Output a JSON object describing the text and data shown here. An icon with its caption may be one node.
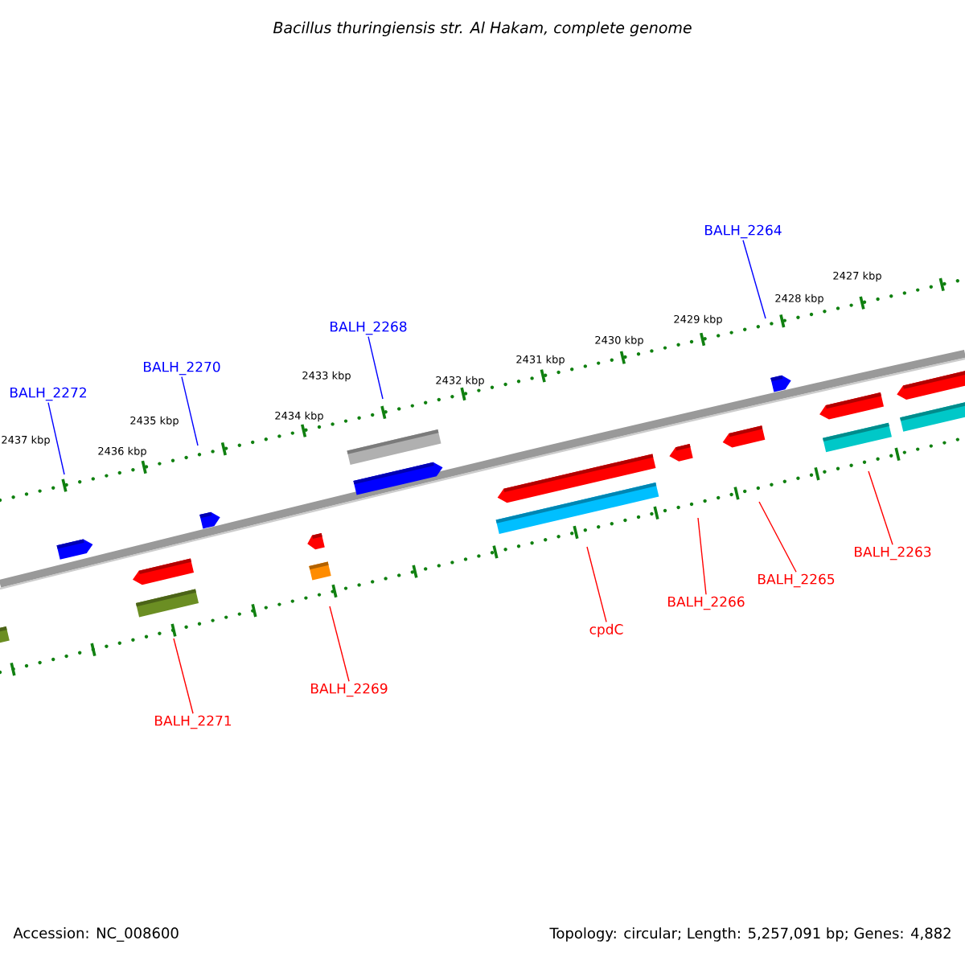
{
  "diagram": {
    "title": "Bacillus thuringiensis str. Al Hakam, complete genome",
    "nodes": [
      {
        "text": [
          "BALH_2272"
        ]
      },
      {
        "text": [
          "BALH_2270"
        ]
      },
      {
        "text": [
          "BALH_2268"
        ]
      },
      {
        "text": [
          "BALH_2264"
        ]
      },
      {
        "text": [
          "BALH_2271"
        ]
      },
      {
        "text": [
          "BALH_2269"
        ]
      },
      {
        "text": [
          "cpdC"
        ]
      },
      {
        "text": [
          "BALH_2266"
        ]
      },
      {
        "text": [
          "BALH_2265"
        ]
      },
      {
        "text": [
          "BALH_2263"
        ]
      }
    ],
    "edges": [
      {
        "from": 0,
        "to": null,
        "arrow": "none",
        "color": "#0000ff"
      },
      {
        "from": 1,
        "to": null,
        "arrow": "none",
        "color": "#0000ff"
      },
      {
        "from": 2,
        "to": null,
        "arrow": "none",
        "color": "#0000ff"
      },
      {
        "from": 3,
        "to": null,
        "arrow": "none",
        "color": "#0000ff"
      },
      {
        "from": 4,
        "to": null,
        "arrow": "none"
      },
      {
        "from": 5,
        "to": null,
        "arrow": "none"
      },
      {
        "from": 6,
        "to": null,
        "arrow": "none"
      },
      {
        "from": 7,
        "to": null,
        "arrow": "none"
      },
      {
        "from": 8,
        "to": null,
        "arrow": "none"
      },
      {
        "from": 9,
        "to": null,
        "arrow": "none"
      }
    ],
    "labels": [
      "2427 kbp",
      "2428 kbp",
      "2429 kbp",
      "2430 kbp",
      "2431 kbp",
      "2432 kbp",
      "2433 kbp",
      "2434 kbp",
      "2435 kbp",
      "2436 kbp",
      "2437 kbp",
      "Accession: NC_008600",
      "Topology: circular; Length: 5,257,091 bp; Genes: 4,882"
    ]
  }
}
